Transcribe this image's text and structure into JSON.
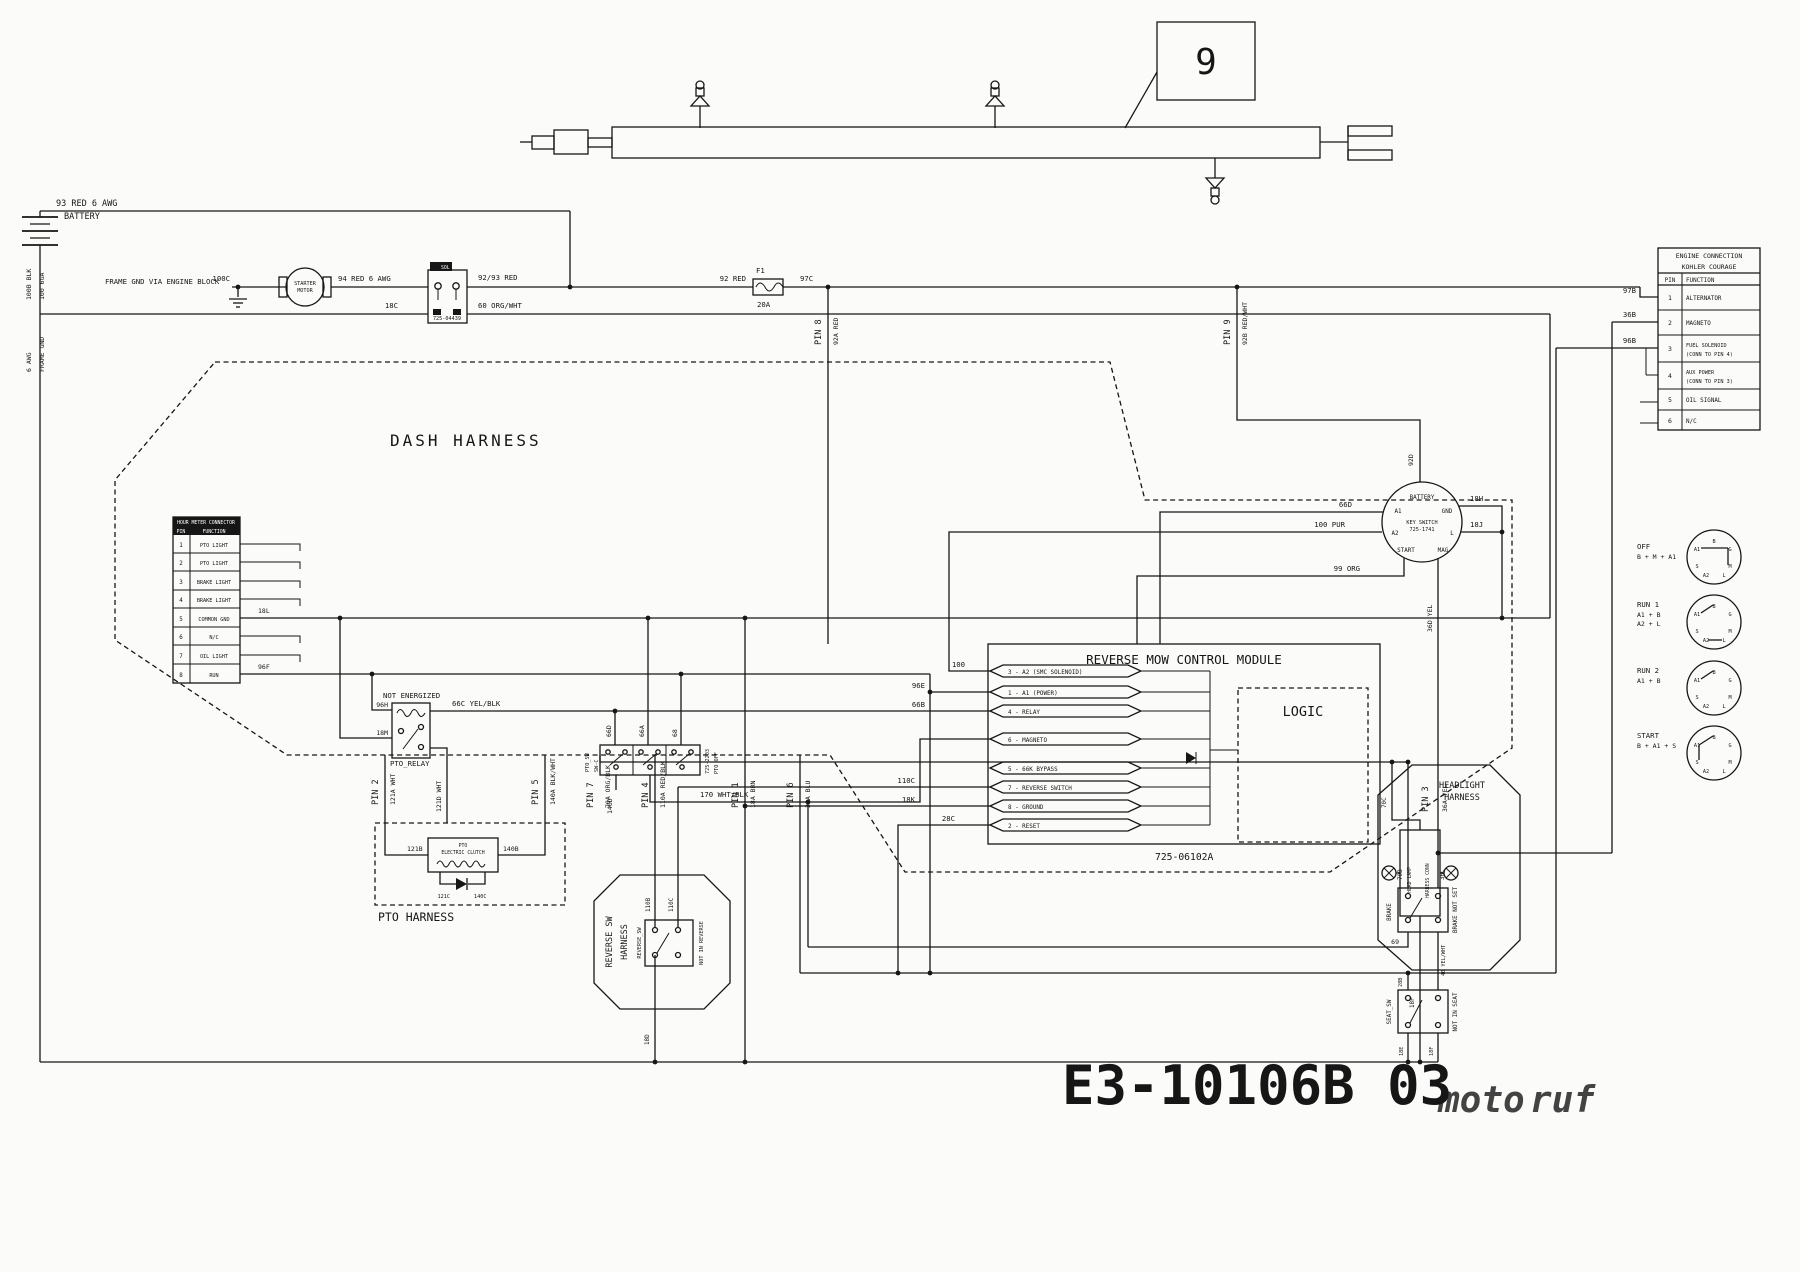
{
  "callout": {
    "n": "9"
  },
  "power": {
    "batt": "BATTERY",
    "w93": "93 RED 6 AWG",
    "neg1": "100B BLK",
    "neg2": "100 6GA",
    "neg3": "6 AWG",
    "neg4": "FRAME GND",
    "frame": "FRAME GND VIA ENGINE BLOCK",
    "w100c": "100C",
    "starter1": "STARTER",
    "starter2": "MOTOR",
    "w94": "94 RED 6 AWG",
    "sol": "SOL",
    "solpn": "725-04439",
    "w9293": "92/93 RED",
    "w18c": "18C",
    "w60": "60 ORG/WHT",
    "f1": "F1",
    "f1a": "20A",
    "w92": "92 RED",
    "w97c": "97C"
  },
  "engine_table": {
    "t1": "ENGINE CONNECTION",
    "t2": "KOHLER COURAGE",
    "hpin": "PIN",
    "hfun": "FUNCTION",
    "rows": [
      {
        "pin": "1",
        "f1": "ALTERNATOR",
        "f2": ""
      },
      {
        "pin": "2",
        "f1": "MAGNETO",
        "f2": ""
      },
      {
        "pin": "3",
        "f1": "FUEL SOLENOID",
        "f2": "(CONN TO PIN 4)"
      },
      {
        "pin": "4",
        "f1": "AUX POWER",
        "f2": "(CONN TO PIN 3)"
      },
      {
        "pin": "5",
        "f1": "OIL SIGNAL",
        "f2": ""
      },
      {
        "pin": "6",
        "f1": "N/C",
        "f2": ""
      }
    ],
    "w97b": "97B",
    "w36b": "36B",
    "w96b": "96B"
  },
  "dash": {
    "label": "DASH HARNESS"
  },
  "hour_meter": {
    "title": "HOUR METER CONNECTOR",
    "hpin": "PIN",
    "hfun": "FUNCTION",
    "rows": [
      {
        "pin": "1",
        "f": "PTO LIGHT"
      },
      {
        "pin": "2",
        "f": "PTO LIGHT"
      },
      {
        "pin": "3",
        "f": "BRAKE LIGHT"
      },
      {
        "pin": "4",
        "f": "BRAKE LIGHT"
      },
      {
        "pin": "5",
        "f": "COMMON GND"
      },
      {
        "pin": "6",
        "f": "N/C"
      },
      {
        "pin": "7",
        "f": "OIL LIGHT"
      },
      {
        "pin": "8",
        "f": "RUN"
      }
    ],
    "w18l": "18L",
    "w96f": "96F"
  },
  "relay": {
    "ne": "NOT ENERGIZED",
    "name": "PTO_RELAY",
    "w96h": "96H",
    "w18m": "18M",
    "w66c": "66C YEL/BLK",
    "w121d": "121D WHT",
    "w170": "170 WHT/BLK"
  },
  "pto_switch": {
    "name": "PTO_SW",
    "swc": "SW-C",
    "pn": "725-2203",
    "off": "PTO OFF",
    "w66d": "66D",
    "w66a": "66A",
    "w68": "68",
    "w140d": "140D"
  },
  "pto_harness": {
    "title": "PTO HARNESS",
    "l1": "PTO",
    "l2": "ELECTRIC CLUTCH",
    "w121b": "121B",
    "w140b": "140B",
    "w121c": "121C",
    "w140c": "140C"
  },
  "module": {
    "title": "REVERSE MOW CONTROL MODULE",
    "logic": "LOGIC",
    "pn": "725-06102A",
    "pins": [
      "3 - A2 (SMC SOLENOID)",
      "1 - A1 (POWER)",
      "4 - RELAY",
      "6 - MAGNETO",
      "5 - 66K BYPASS",
      "7 - REVERSE SWITCH",
      "8 - GROUND",
      "2 - RESET"
    ],
    "w100": "100",
    "w96e": "96E",
    "w66b": "66B",
    "w110c": "110C",
    "w18k": "18K",
    "w28c": "28C"
  },
  "key": {
    "name1": "KEY SWITCH",
    "name2": "725-1741",
    "batt": "BATTERY",
    "a1": "A1",
    "gnd": "GND",
    "a2": "A2",
    "l": "L",
    "start": "START",
    "mag": "MAG",
    "w92d": "92D",
    "w66d": "66D",
    "w100p": "100 PUR",
    "w18h": "18H",
    "w18j": "18J",
    "w99": "99 ORG",
    "w36d": "36D YEL"
  },
  "positions": {
    "ring": {
      "b": "B",
      "a1": "A1",
      "g": "G",
      "s": "S",
      "m": "M",
      "a2": "A2",
      "l": "L"
    },
    "list": [
      {
        "n": "OFF",
        "c1": "B + M + A1",
        "c2": ""
      },
      {
        "n": "RUN 1",
        "c1": "A1 + B",
        "c2": "A2 + L"
      },
      {
        "n": "RUN 2",
        "c1": "A1 + B",
        "c2": ""
      },
      {
        "n": "START",
        "c1": "B + A1 + S",
        "c2": ""
      }
    ]
  },
  "hpins": {
    "p8": "PIN 8",
    "w8": "92A RED",
    "p9": "PIN 9",
    "w9": "92B RED/WHT",
    "p2": "PIN 2",
    "w2": "121A WHT",
    "p5": "PIN 5",
    "w5": "140A BLK/WHT",
    "p7": "PIN 7",
    "w7": "70A ORG/BLK",
    "p4": "PIN 4",
    "w4": "110A RED/BLK",
    "p1": "PIN 1",
    "w1": "18A BRN",
    "p6": "PIN 6",
    "w6": "28A BLU",
    "p3": "PIN 3",
    "w3": "36A YEL"
  },
  "reverse": {
    "t1": "REVERSE SW",
    "t2": "HARNESS",
    "sw": "REVERSE_SW",
    "note": "NOT IN REVERSE",
    "w110b": "110B",
    "w110c": "110C",
    "w18d": "18D"
  },
  "brake": {
    "name": "BRAKE",
    "w70b": "70B",
    "w36c": "36C",
    "note": "BRAKE NOT SET",
    "w69": "69"
  },
  "seat": {
    "name": "SEAT_SW",
    "note": "NOT IN SEAT",
    "w40": "40 YEL/WHT",
    "w28b": "28B",
    "w18e": "18E",
    "w18f": "18F"
  },
  "headlight": {
    "t1": "HEADLIGHT",
    "t2": "HARNESS",
    "c1": "HEAD LAMP",
    "c2": "HARNESS CONN",
    "w70c": "70C",
    "w18p": "18P"
  },
  "footer": {
    "title": "E3-10106B 03",
    "wm1": "moto",
    "wm2": "ruf"
  },
  "colors": {
    "ink": "#161616",
    "wm1": "#2f55c0",
    "wm2": "#3ec8e8"
  }
}
